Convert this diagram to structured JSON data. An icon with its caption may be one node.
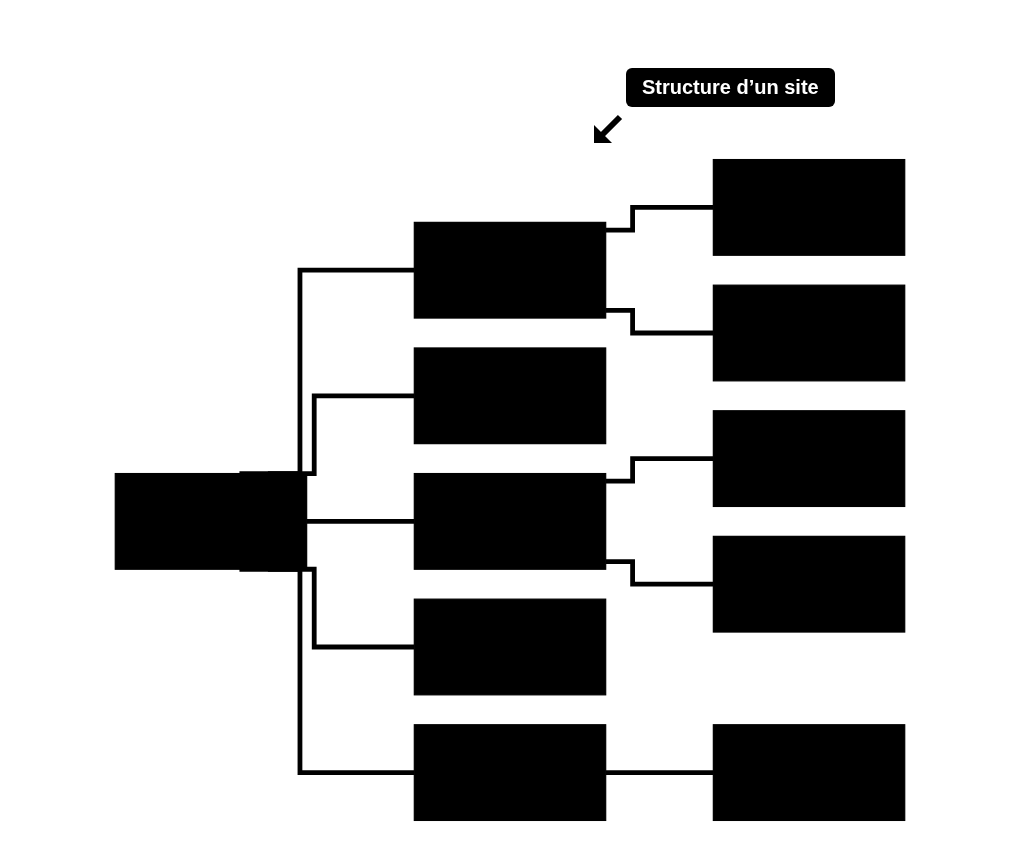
{
  "diagram": {
    "title": "Structure d’un site",
    "nodes": [
      {
        "text": [],
        "shape": "box"
      },
      {
        "text": [],
        "shape": "box"
      },
      {
        "text": [],
        "shape": "box"
      },
      {
        "text": [],
        "shape": "box"
      },
      {
        "text": [],
        "shape": "box"
      },
      {
        "text": [],
        "shape": "box"
      },
      {
        "text": [],
        "shape": "box"
      },
      {
        "text": [],
        "shape": "box"
      },
      {
        "text": [],
        "shape": "box"
      },
      {
        "text": [],
        "shape": "box"
      },
      {
        "text": [],
        "shape": "box"
      }
    ],
    "edges": [
      {
        "from": 0,
        "to": 1,
        "arrow": "none"
      },
      {
        "from": 1,
        "to": 2,
        "arrow": "none"
      },
      {
        "from": 1,
        "to": 3,
        "arrow": "none"
      },
      {
        "from": 0,
        "to": 4,
        "arrow": "none"
      },
      {
        "from": 0,
        "to": 5,
        "arrow": "none"
      },
      {
        "from": 5,
        "to": 6,
        "arrow": "none"
      },
      {
        "from": 5,
        "to": 7,
        "arrow": "none"
      },
      {
        "from": 0,
        "to": 8,
        "arrow": "none"
      },
      {
        "from": 0,
        "to": 9,
        "arrow": "none"
      },
      {
        "from": 9,
        "to": 10,
        "arrow": "none"
      }
    ]
  }
}
